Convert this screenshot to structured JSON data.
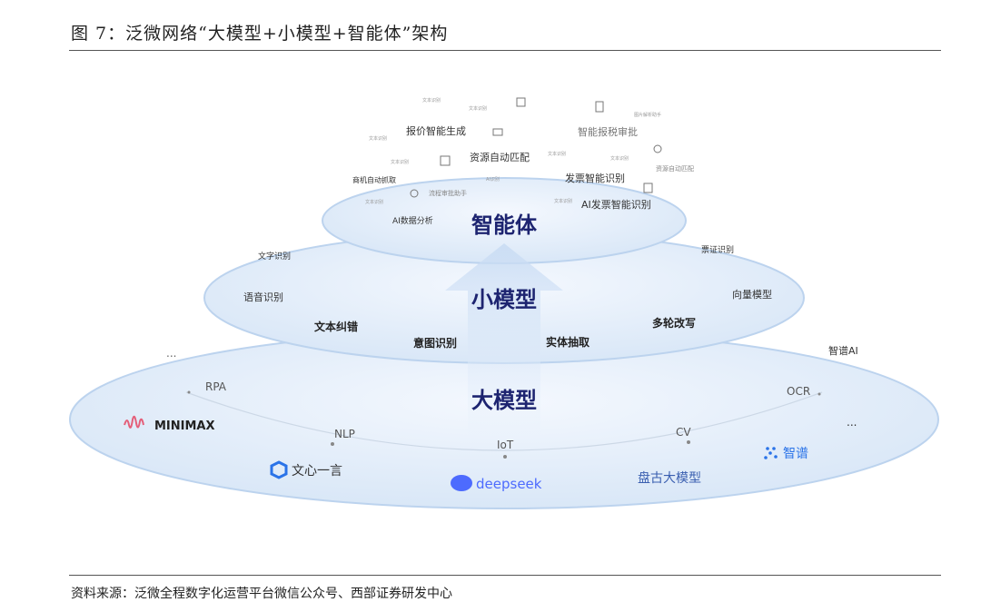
{
  "title": "图 7：泛微网络“大模型+小模型+智能体”架构",
  "source": "资料来源：泛微全程数字化运营平台微信公众号、西部证券研发中心",
  "colors": {
    "layer_title": "#1d2470",
    "ellipse_fill": "#e6f0fb",
    "ellipse_stroke": "#bcd3ee"
  },
  "agent_layer": {
    "title": "智能体",
    "items": [
      "报价智能生成",
      "智能报税审批",
      "资源自动匹配",
      "商机自动抓取",
      "流程审批助手",
      "发票智能识别",
      "AI发票智能识别",
      "AI数据分析",
      "资源自动匹配"
    ],
    "minor_items": [
      "文本识别",
      "文本识别",
      "文本识别",
      "文本识别",
      "文本识别",
      "文本识别",
      "文本识别",
      "文本识别",
      "图片解析助手",
      "AI识别"
    ]
  },
  "small_model_layer": {
    "title": "小模型",
    "items": [
      "文字识别",
      "语音识别",
      "文本纠错",
      "意图识别",
      "实体抽取",
      "多轮改写",
      "向量模型",
      "票证识别"
    ]
  },
  "large_model_layer": {
    "title": "大模型",
    "techs": [
      "RPA",
      "NLP",
      "IoT",
      "CV",
      "OCR"
    ],
    "vendors": [
      "MINIMAX",
      "文心一言",
      "deepseek",
      "盘古大模型",
      "智谱",
      "智谱AI"
    ],
    "ellipsis": [
      "...",
      "..."
    ]
  }
}
